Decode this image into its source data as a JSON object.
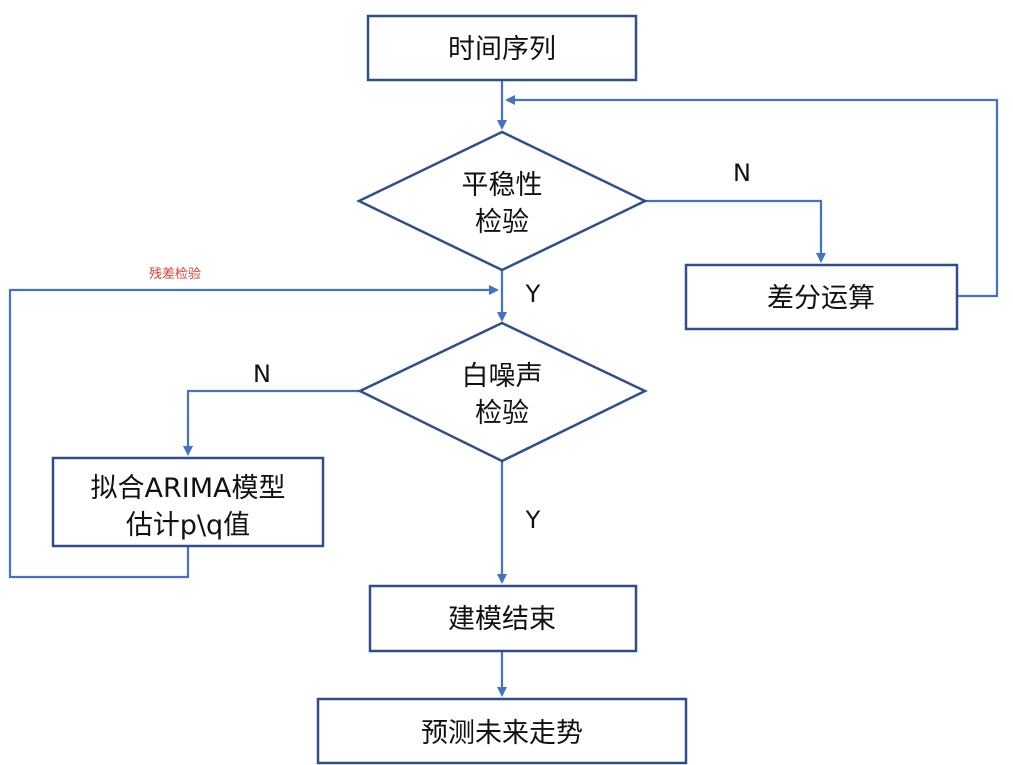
{
  "nodes": {
    "time_series": "时间序列",
    "stationarity_test": [
      "平稳性",
      "检验"
    ],
    "differencing": "差分运算",
    "white_noise_test": [
      "白噪声",
      "检验"
    ],
    "fit_arima": [
      "拟合ARIMA模型",
      "估计p\\q值"
    ],
    "modeling_end": "建模结束",
    "forecast": "预测未来走势"
  },
  "edge_labels": {
    "stationarity_no": "N",
    "stationarity_yes": "Y",
    "white_noise_no": "N",
    "white_noise_yes": "Y",
    "residual_test": "残差检验"
  },
  "colors": {
    "box_border": "#2f4f8a",
    "arrow": "#4472c4",
    "note": "#e8392e",
    "text": "#111111"
  }
}
